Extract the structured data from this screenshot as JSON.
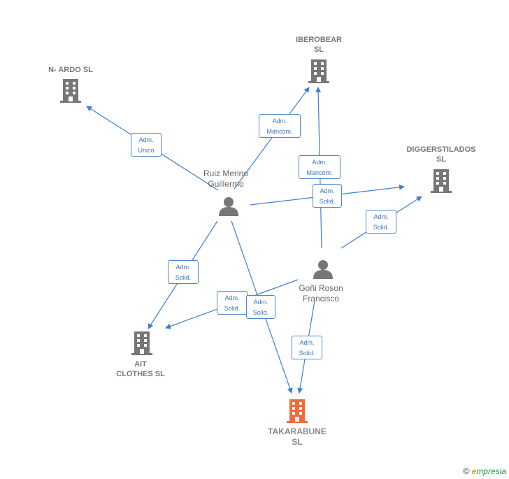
{
  "companies": {
    "nardo": "N- ARDO  SL",
    "iberobear": "IBEROBEAR\nSL",
    "diggerstilados": "DIGGERSTILADOS\nSL",
    "ait": "AIT\nCLOTHES  SL",
    "takarabune": "TAKARABUNE\nSL"
  },
  "people": {
    "ruiz": "Ruiz Merino\nGuillermo",
    "goni": "Goñi Roson\nFrancisco"
  },
  "edges": {
    "ruiz_nardo": "Adm.\nUnico",
    "ruiz_iberobear": "Adm.\nMancom.",
    "goni_iberobear": "Adm.\nMancom.",
    "ruiz_digger": "Adm.\nSolid.",
    "goni_digger": "Adm.\nSolid.",
    "ruiz_ait": "Adm.\nSolid.",
    "goni_ait": "Adm.\nSolid.",
    "ruiz_taka": "Adm.\nSolid.",
    "goni_taka": "Adm.\nSolid."
  },
  "colors": {
    "edge": "#3d7fd4",
    "company_icon": "#777777",
    "main_company_icon": "#f26a3a",
    "person_icon": "#777777"
  },
  "footer": {
    "copyright": "©",
    "brand_e": "e",
    "brand_rest": "mpresia"
  }
}
